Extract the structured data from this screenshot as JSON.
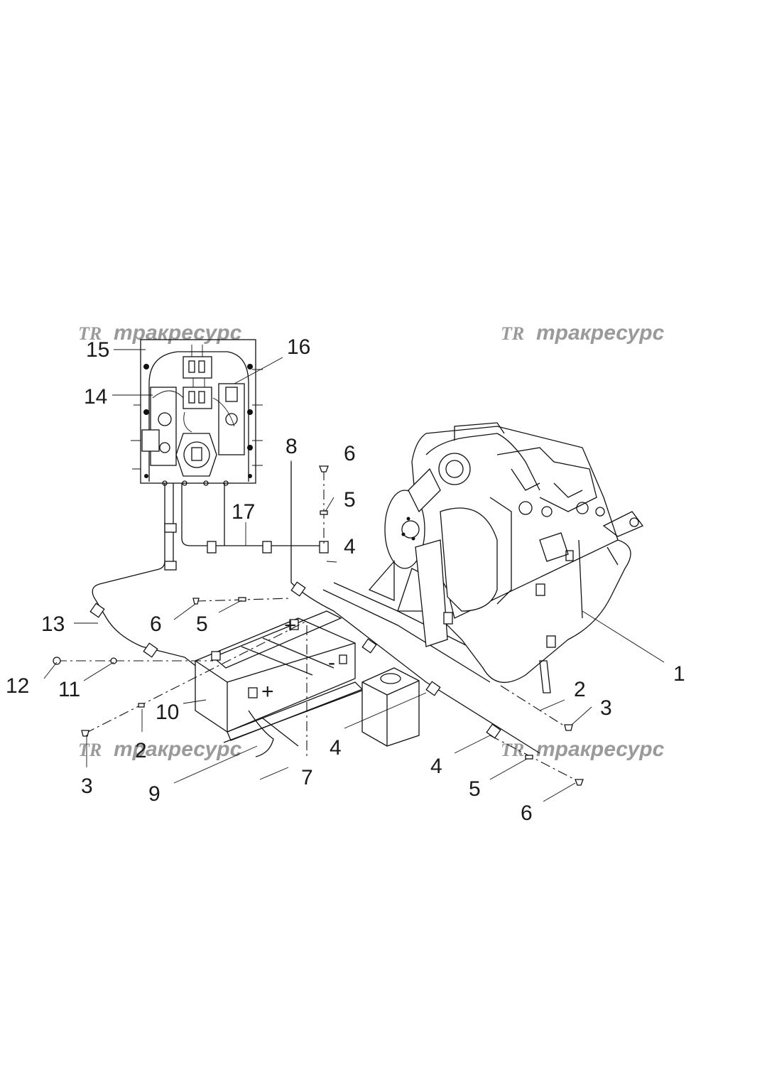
{
  "watermark": {
    "logo_mark": "TR",
    "text": "тракресурс",
    "color": "#9a9a9a"
  },
  "callouts": [
    "1",
    "2",
    "2",
    "3",
    "3",
    "4",
    "4",
    "4",
    "5",
    "5",
    "5",
    "6",
    "6",
    "6",
    "7",
    "8",
    "9",
    "10",
    "11",
    "12",
    "13",
    "14",
    "15",
    "16",
    "17"
  ]
}
